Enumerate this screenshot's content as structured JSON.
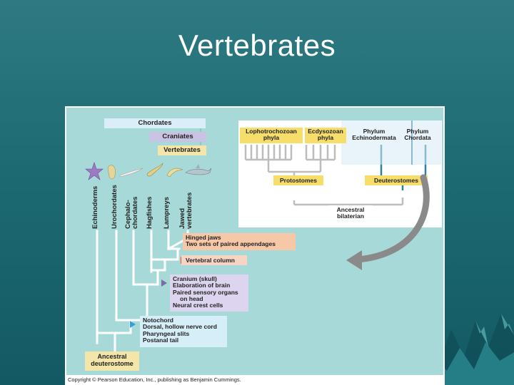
{
  "slide": {
    "title": "Vertebrates"
  },
  "figure": {
    "caption": "Copyright © Pearson Education, Inc., publishing as Benjamin Cummings.",
    "brackets": {
      "chordates": "Chordates",
      "craniates": "Craniates",
      "vertebrates": "Vertebrates"
    },
    "taxa": [
      {
        "label": "Echinoderms"
      },
      {
        "label": "Urochordates"
      },
      {
        "label": "Cephalo-",
        "label2": "chordates"
      },
      {
        "label": "Hagfishes"
      },
      {
        "label": "Lampreys"
      },
      {
        "label": "Jawed",
        "label2": "vertebrates"
      }
    ],
    "derived_characters": {
      "jaws": {
        "line1": "Hinged jaws",
        "line2": "Two sets of paired appendages"
      },
      "vertebral": {
        "line1": "Vertebral column"
      },
      "cranium": {
        "line1": "Cranium (skull)",
        "line2": "Elaboration of brain",
        "line3": "Paired sensory organs",
        "line4": "on head",
        "line5": "Neural crest cells"
      },
      "notochord": {
        "line1": "Notochord",
        "line2": "Dorsal, hollow nerve cord",
        "line3": "Pharyngeal slits",
        "line4": "Postanal tail"
      }
    },
    "root": {
      "line1": "Ancestral",
      "line2": "deuterostome"
    },
    "inset": {
      "groups": [
        {
          "line1": "Lophotrochozoan",
          "line2": "phyla"
        },
        {
          "line1": "Ecdysozoan",
          "line2": "phyla"
        },
        {
          "line1": "Phylum",
          "line2": "Echinodermata"
        },
        {
          "line1": "Phylum",
          "line2": "Chordata"
        }
      ],
      "protostomes": "Protostomes",
      "deuterostomes": "Deuterostomes",
      "ancestor": {
        "line1": "Ancestral",
        "line2": "bilaterian"
      }
    },
    "colors": {
      "chordates_band": "#d9eef8",
      "craniates_band": "#c9c2e3",
      "vertebrates_band": "#f3e6a8",
      "jaws_box": "#f6c8a8",
      "jaws_marker": "#e8701e",
      "vertebral_box": "#f7d5c4",
      "vertebral_marker": "#e9582e",
      "cranium_box": "#ddd5ef",
      "cranium_marker": "#7a6aaa",
      "notochord_box": "#d5eef8",
      "notochord_marker": "#3a9fd6",
      "root_box": "#f3e6a8",
      "inset_label_box": "#f7de6a",
      "panel_bg": "#a7d9d8",
      "arrow": "#8a8a8a"
    },
    "icons": [
      "sea-star-icon",
      "tunicate-icon",
      "lancelet-icon",
      "hagfish-icon",
      "lamprey-icon",
      "shark-icon"
    ]
  }
}
